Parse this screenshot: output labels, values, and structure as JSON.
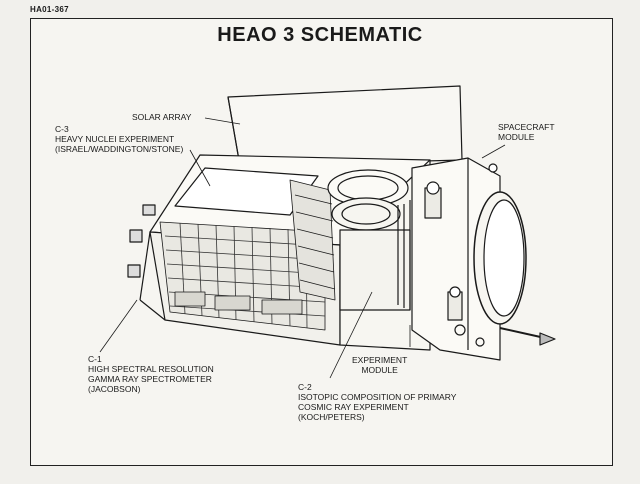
{
  "doc_id": "HA01-367",
  "title": "HEAO 3 SCHEMATIC",
  "labels": {
    "solar_array": "SOLAR ARRAY",
    "spacecraft_module": [
      "SPACECRAFT",
      "MODULE"
    ],
    "c3": [
      "C-3",
      "HEAVY NUCLEI EXPERIMENT",
      "(ISRAEL/WADDINGTON/STONE)"
    ],
    "c1": [
      "C-1",
      "HIGH SPECTRAL RESOLUTION",
      "GAMMA RAY SPECTROMETER",
      "(JACOBSON)"
    ],
    "experiment_module": [
      "EXPERIMENT",
      "MODULE"
    ],
    "c2": [
      "C-2",
      "ISOTOPIC COMPOSITION OF PRIMARY",
      "COSMIC RAY EXPERIMENT",
      "(KOCH/PETERS)"
    ]
  }
}
